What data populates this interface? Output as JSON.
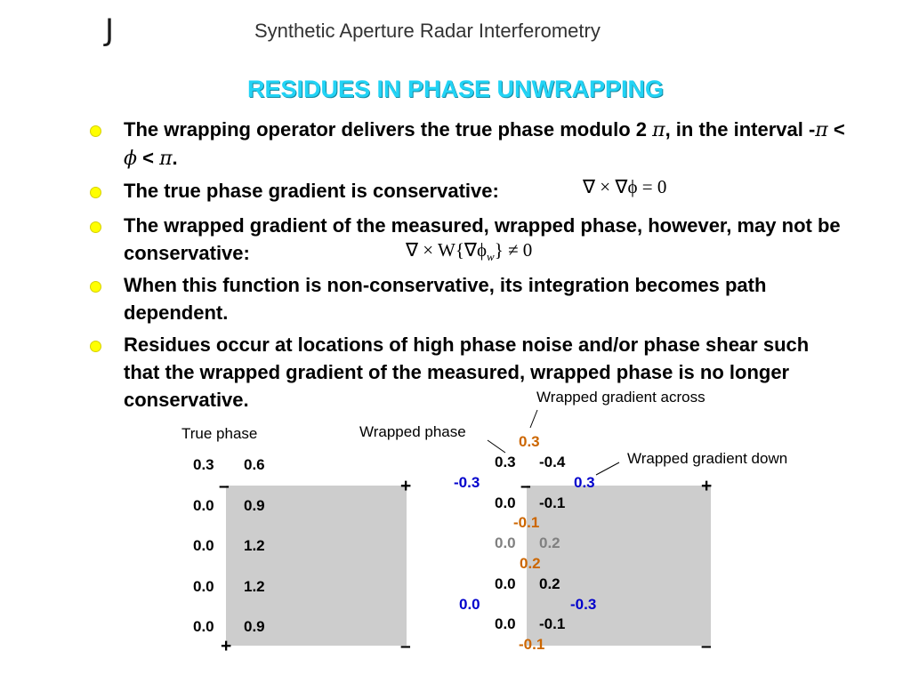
{
  "header": {
    "logo_letter": "J",
    "title": "Synthetic Aperture Radar Interferometry"
  },
  "slide_title": "RESIDUES IN PHASE UNWRAPPING",
  "bullets": [
    {
      "parts": [
        "The wrapping operator delivers the true phase modulo 2 ",
        "π",
        ", in the interval -",
        "π",
        " < ",
        "ϕ",
        "  < ",
        "π",
        "."
      ]
    },
    {
      "text": "The true phase gradient  is conservative:",
      "formula": "∇ × ∇ϕ = 0"
    },
    {
      "text": "The wrapped gradient of the measured, wrapped phase, however, may not be conservative:",
      "formula": "∇ × W{∇ϕ",
      "formula_sub": "w",
      "formula_end": "} ≠ 0"
    },
    {
      "text": "When this function is non-conservative, its integration becomes path dependent."
    },
    {
      "text": "Residues occur at locations of high phase noise and/or phase shear such that the wrapped gradient of the measured, wrapped phase is no longer conservative."
    }
  ],
  "colors": {
    "title_cyan": "#22d3f5",
    "bullet_yellow": "#ffff00",
    "grid_gray": "#cdcdcd",
    "orange": "#cc6600",
    "blue": "#0000cc",
    "gray_text": "#808080"
  },
  "figure": {
    "labels": {
      "true_phase": "True phase",
      "wrapped_phase": "Wrapped phase",
      "wrapped_gradient_across": "Wrapped gradient across",
      "wrapped_gradient_down": "Wrapped gradient down"
    },
    "true_phase": {
      "rows": [
        [
          "0.3",
          "0.6"
        ],
        [
          "0.0",
          "0.9"
        ],
        [
          "0.0",
          "1.2"
        ],
        [
          "0.0",
          "1.2"
        ],
        [
          "0.0",
          "0.9"
        ]
      ],
      "signs": {
        "top_left": "–",
        "top_right": "+",
        "bottom_left": "+",
        "bottom_right": "–"
      }
    },
    "wrapped_phase": {
      "rows": [
        [
          "0.3",
          "-0.4"
        ],
        [
          "0.0",
          "-0.1"
        ],
        [
          "0.0",
          "0.2"
        ],
        [
          "0.0",
          "0.2"
        ],
        [
          "0.0",
          "-0.1"
        ]
      ],
      "across_values": [
        "0.3",
        "-0.1",
        "0.2",
        "-0.1"
      ],
      "down_values": [
        "-0.3",
        "0.3",
        "0.0",
        "-0.3"
      ],
      "signs": {
        "top_left": "–",
        "top_right": "+",
        "bottom_right": "–"
      }
    }
  }
}
